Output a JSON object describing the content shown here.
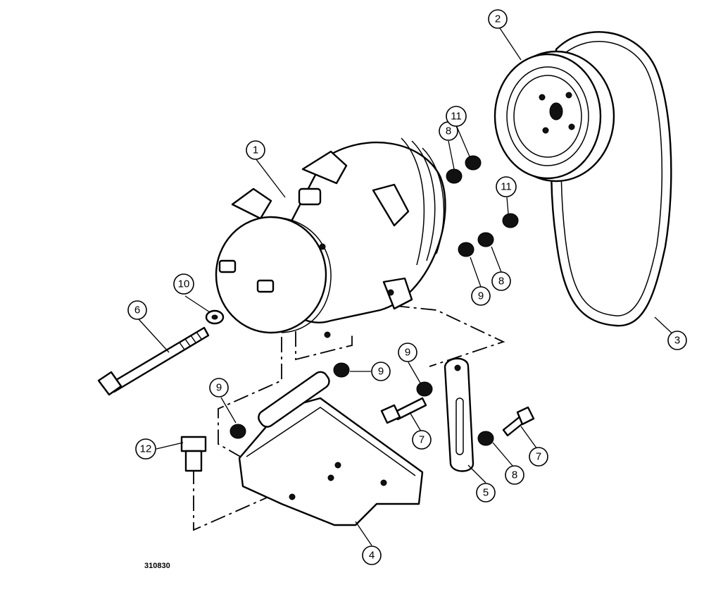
{
  "diagram": {
    "figure_number": "310830",
    "callouts": [
      {
        "id": "callout-1",
        "label": "1"
      },
      {
        "id": "callout-2",
        "label": "2"
      },
      {
        "id": "callout-3",
        "label": "3"
      },
      {
        "id": "callout-4",
        "label": "4"
      },
      {
        "id": "callout-5",
        "label": "5"
      },
      {
        "id": "callout-6",
        "label": "6"
      },
      {
        "id": "callout-7a",
        "label": "7"
      },
      {
        "id": "callout-7b",
        "label": "7"
      },
      {
        "id": "callout-8a",
        "label": "8"
      },
      {
        "id": "callout-8b",
        "label": "8"
      },
      {
        "id": "callout-8c",
        "label": "8"
      },
      {
        "id": "callout-9a",
        "label": "9"
      },
      {
        "id": "callout-9b",
        "label": "9"
      },
      {
        "id": "callout-9c",
        "label": "9"
      },
      {
        "id": "callout-9d",
        "label": "9"
      },
      {
        "id": "callout-10",
        "label": "10"
      },
      {
        "id": "callout-11a",
        "label": "11"
      },
      {
        "id": "callout-11b",
        "label": "11"
      },
      {
        "id": "callout-12",
        "label": "12"
      }
    ]
  }
}
